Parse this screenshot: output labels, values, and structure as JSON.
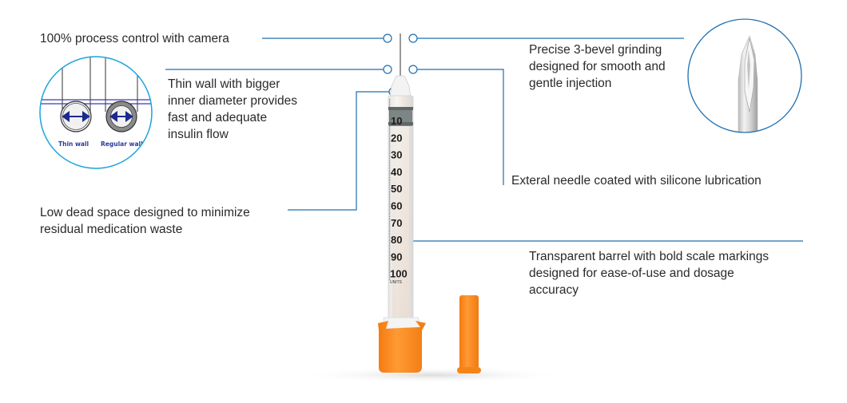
{
  "colors": {
    "accent_line": "#1e6fb0",
    "inset_ring": "#1aa3dc",
    "needle_ring": "#1e6fb0",
    "cap_orange": "#ff8a1c",
    "text": "#2a2a2a",
    "inset_text": "#2a3a9a"
  },
  "callouts": {
    "camera": "100% process control with camera",
    "thin_wall": [
      "Thin wall with bigger",
      "inner diameter provides",
      "fast and adequate",
      "insulin flow"
    ],
    "dead_space": [
      "Low dead space designed to minimize",
      "residual medication waste"
    ],
    "bevel": [
      "Precise 3-bevel grinding",
      "designed for smooth and",
      "gentle injection"
    ],
    "silicone": "Exteral needle coated with silicone lubrication",
    "barrel": [
      "Transparent barrel with bold scale markings",
      "designed for ease-of-use and dosage",
      "accuracy"
    ]
  },
  "inset_wall": {
    "labels": [
      "Thin wall",
      "Regular wall"
    ]
  },
  "syringe": {
    "scale": [
      "10",
      "20",
      "30",
      "40",
      "50",
      "60",
      "70",
      "80",
      "90",
      "100"
    ],
    "units_label": "UNITS"
  },
  "icons": {
    "needle_tip": "needle-bevel-closeup",
    "wall_comparison": "wall-thickness-comparison",
    "callout_marker": "hollow-circle-marker"
  }
}
